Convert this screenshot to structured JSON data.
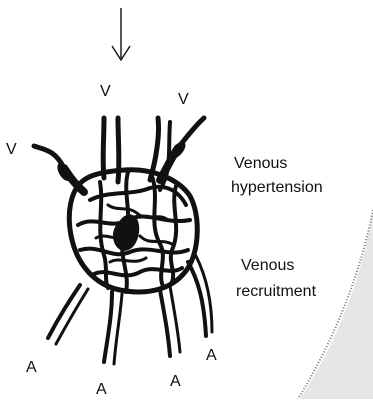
{
  "labels": {
    "vein_top_left": "V",
    "vein_top_right": "V",
    "vein_left": "V",
    "artery_1": "A",
    "artery_2": "A",
    "artery_3": "A",
    "artery_4": "A"
  },
  "annotations": {
    "venous_hypertension_line1": "Venous",
    "venous_hypertension_line2": "hypertension",
    "venous_recruitment_line1": "Venous",
    "venous_recruitment_line2": "recruitment"
  }
}
